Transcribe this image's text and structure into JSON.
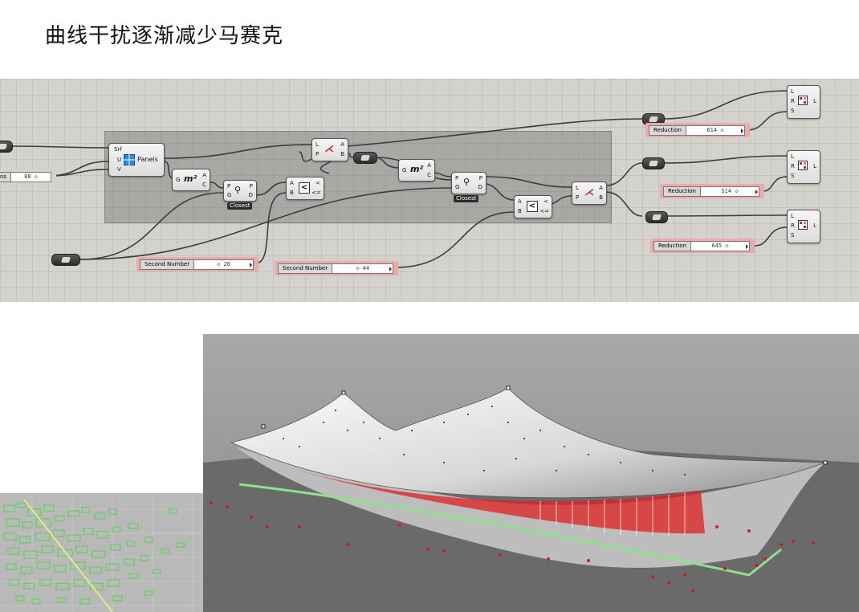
{
  "page": {
    "title": "曲线干扰逐渐减少马赛克"
  },
  "components": {
    "panels": {
      "input_srf": "Srf",
      "input_u": "U",
      "input_v": "V",
      "name": "Panels"
    },
    "area_1": {
      "input_g": "G",
      "output_a": "A",
      "output_c": "C"
    },
    "area_2": {
      "input_g": "G",
      "output_a": "A",
      "output_c": "C"
    },
    "closest_1": {
      "input_p": "P",
      "input_g": "G",
      "output_p": "P",
      "output_d": "D",
      "label": "Closest"
    },
    "closest_2": {
      "input_p": "P",
      "input_g": "G",
      "output_p": "P",
      "output_d": "D",
      "label": "Closest"
    },
    "smaller_1": {
      "input_a": "A",
      "input_b": "B",
      "output_lt": "<",
      "output_le": "<="
    },
    "smaller_2": {
      "input_a": "A",
      "input_b": "B",
      "output_lt": "<",
      "output_le": "<="
    },
    "dispatch_1": {
      "input_l": "L",
      "input_p": "P",
      "output_a": "A",
      "output_b": "B"
    },
    "dispatch_2": {
      "input_l": "L",
      "input_p": "P",
      "output_a": "A",
      "output_b": "B"
    },
    "reduce_1": {
      "input_l": "L",
      "input_r": "R",
      "input_s": "S",
      "output_l": "L"
    },
    "reduce_2": {
      "input_l": "L",
      "input_r": "R",
      "input_s": "S",
      "output_l": "L"
    },
    "reduce_3": {
      "input_l": "L",
      "input_r": "R",
      "input_s": "S",
      "output_l": "L"
    }
  },
  "sliders": {
    "left_partial": {
      "label": "ns",
      "value": "80"
    },
    "second_number_1": {
      "label": "Second Number",
      "value": "26"
    },
    "second_number_2": {
      "label": "Second Number",
      "value": "44"
    },
    "reduction_1": {
      "label": "Reduction",
      "value": "614"
    },
    "reduction_2": {
      "label": "Reduction",
      "value": "514"
    },
    "reduction_3": {
      "label": "Reduction",
      "value": "645"
    }
  },
  "colors": {
    "canvas": "#d4d2cc",
    "group": "#6e6e6e",
    "slider_highlight": "#eeaaaa",
    "wire": "#3d3d3d",
    "viewport_bg": "#9e9e9e",
    "ground": "#6a6a6a",
    "surface": "#e8e8e8",
    "mosaic_red": "#e02020",
    "curve_green": "#8fe08f",
    "plan_green": "#33dd33"
  },
  "icons": {
    "panels": "panels-grid-icon",
    "area": "area-m2-icon",
    "closest": "closest-point-icon",
    "smaller": "smaller-than-icon",
    "dispatch": "dispatch-icon",
    "reduce": "reduce-random-icon",
    "param": "geometry-param-icon"
  }
}
